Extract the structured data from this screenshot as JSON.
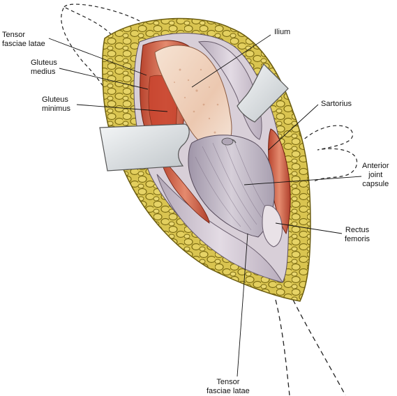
{
  "labels": {
    "tfl_top": {
      "line1": "Tensor",
      "line2": "fasciae latae"
    },
    "gluteus_medius": {
      "line1": "Gluteus",
      "line2": "medius"
    },
    "gluteus_minimus": {
      "line1": "Gluteus",
      "line2": "minimus"
    },
    "ilium": {
      "line1": "Ilium"
    },
    "sartorius": {
      "line1": "Sartorius"
    },
    "anterior_joint_capsule": {
      "line1": "Anterior",
      "line2": "joint",
      "line3": "capsule"
    },
    "rectus_femoris": {
      "line1": "Rectus",
      "line2": "femoris"
    },
    "tfl_bottom": {
      "line1": "Tensor",
      "line2": "fasciae latae"
    }
  },
  "colors": {
    "fat": "#d8c24a",
    "fat_dark": "#8c7a16",
    "muscle": "#c8503a",
    "muscle_light": "#e08870",
    "fascia": "#cfc2cf",
    "capsule": "#b8aebe",
    "bone": "#f2dccb",
    "retractor": "#e4e8ea"
  }
}
